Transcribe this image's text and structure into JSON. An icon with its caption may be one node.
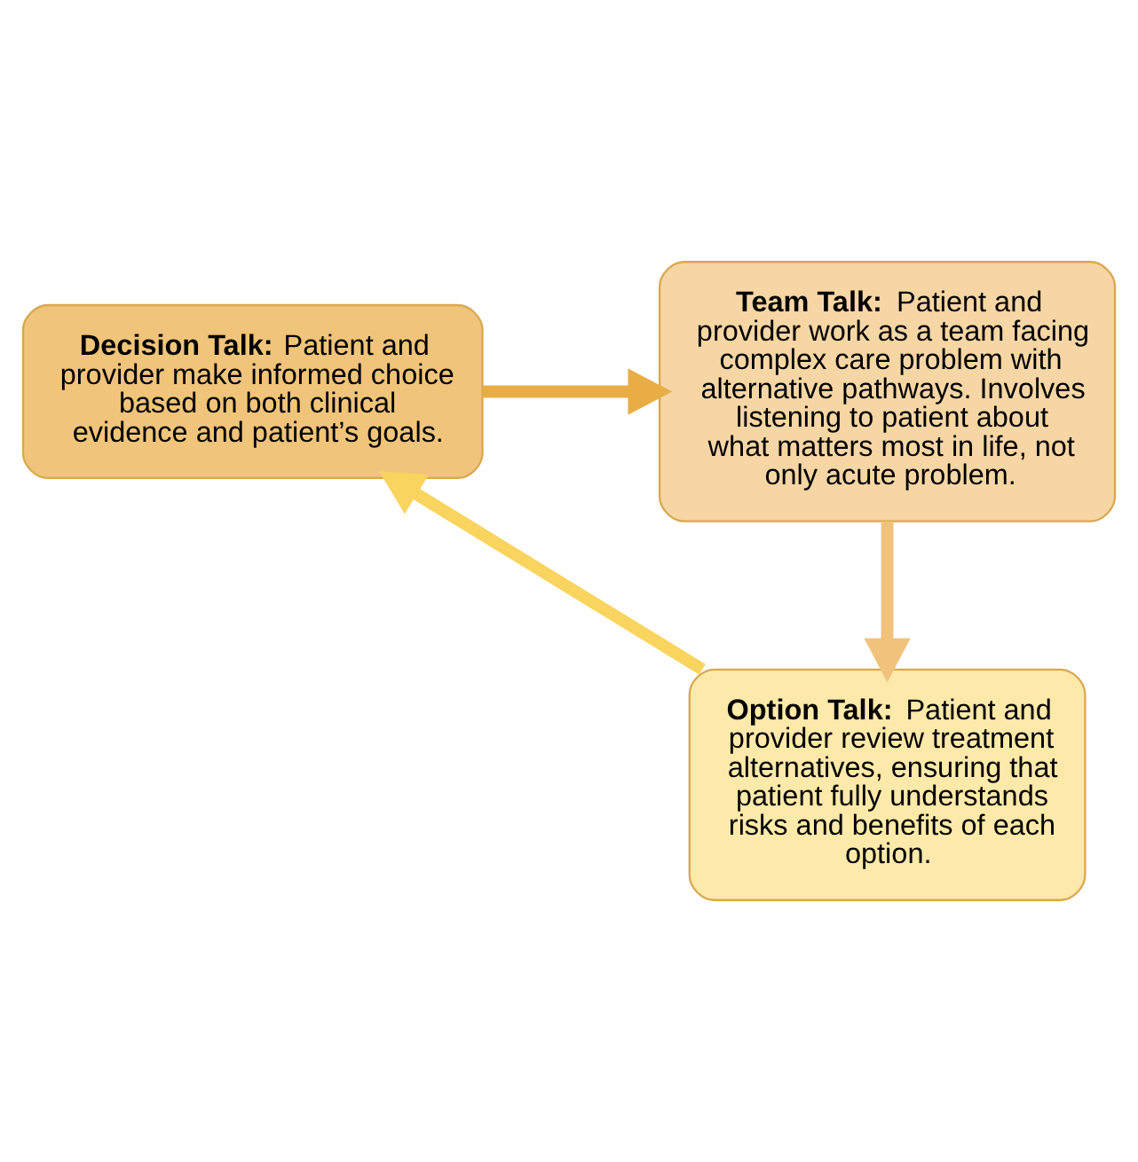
{
  "diagram": {
    "nodes": [
      {
        "text": [
          "**Decision Talk:** Patient and provider make informed choice based on both clinical evidence and patient’s goals."
        ]
      },
      {
        "text": [
          "**Team Talk:** Patient and provider work as a team facing complex care problem with alternative pathways. Involves listening to patient about what matters most in life, not only acute problem."
        ]
      },
      {
        "text": [
          "**Option Talk:** Patient and provider review treatment alternatives, ensuring that patient fully understands risks and benefits of each option."
        ]
      }
    ],
    "edges": [
      {
        "from": 0,
        "to": 1,
        "arrow": "to",
        "color": "#e8ae45"
      },
      {
        "from": 1,
        "to": 2,
        "arrow": "to",
        "color": "#f0c27c"
      },
      {
        "from": 2,
        "to": 0,
        "arrow": "to",
        "color": "#f9d45e"
      }
    ]
  }
}
